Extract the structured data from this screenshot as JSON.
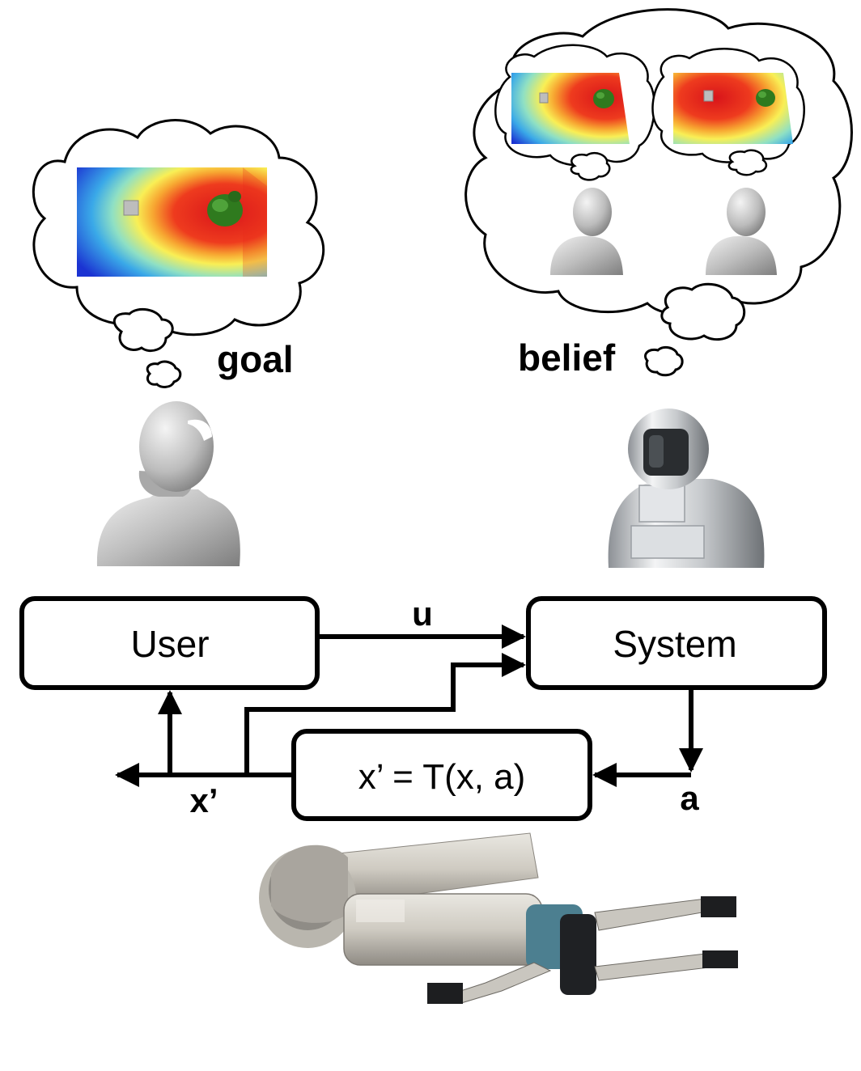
{
  "labels": {
    "goal": "goal",
    "belief": "belief",
    "user_box": "User",
    "system_box": "System",
    "transition_box": "x’ = T(x, a)",
    "input_u": "u",
    "action_a": "a",
    "next_state": "x’"
  },
  "colors": {
    "line": "#000000",
    "heat_hot": "#e8281c",
    "heat_mid": "#f7e94a",
    "heat_cool": "#3aa9e8",
    "heat_cold": "#1f3cd6",
    "object_green": "#2f7a1e",
    "avatar_gray": "#b7b7b7",
    "robot_silver": "#cfd2d6"
  },
  "icons": {
    "human": "person-avatar-icon",
    "robot": "robot-avatar-icon",
    "cloud": "thought-cloud-icon",
    "arm": "robot-arm-gripper-image"
  }
}
